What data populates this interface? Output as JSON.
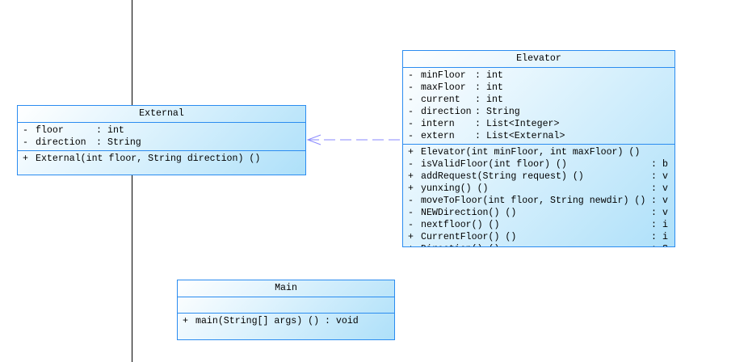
{
  "diagram": {
    "classes": {
      "external": {
        "name": "External",
        "attributes": [
          {
            "vis": "-",
            "name": "floor",
            "type": "int"
          },
          {
            "vis": "-",
            "name": "direction",
            "type": "String"
          }
        ],
        "methods": [
          {
            "vis": "+",
            "sig": "External(int floor, String direction) ()",
            "ret": ""
          }
        ]
      },
      "elevator": {
        "name": "Elevator",
        "attributes": [
          {
            "vis": "-",
            "name": "minFloor",
            "type": "int"
          },
          {
            "vis": "-",
            "name": "maxFloor",
            "type": "int"
          },
          {
            "vis": "-",
            "name": "current",
            "type": "int"
          },
          {
            "vis": "-",
            "name": "direction",
            "type": "String"
          },
          {
            "vis": "-",
            "name": "intern",
            "type": "List<Integer>"
          },
          {
            "vis": "-",
            "name": "extern",
            "type": "List<External>"
          }
        ],
        "methods": [
          {
            "vis": "+",
            "sig": "Elevator(int minFloor, int maxFloor) ()",
            "ret": ""
          },
          {
            "vis": "-",
            "sig": "isValidFloor(int floor) ()",
            "ret": "b"
          },
          {
            "vis": "+",
            "sig": "addRequest(String request) ()",
            "ret": "v"
          },
          {
            "vis": "+",
            "sig": "yunxing() ()",
            "ret": "v"
          },
          {
            "vis": "-",
            "sig": "moveToFloor(int floor, String newdir) ()",
            "ret": "v"
          },
          {
            "vis": "-",
            "sig": "NEWDirection() ()",
            "ret": "v"
          },
          {
            "vis": "-",
            "sig": "nextfloor() ()",
            "ret": "i"
          },
          {
            "vis": "+",
            "sig": "CurrentFloor() ()",
            "ret": "i"
          },
          {
            "vis": "+",
            "sig": "Direction() ()",
            "ret": "S"
          }
        ]
      },
      "main": {
        "name": "Main",
        "attributes": [],
        "methods": [
          {
            "vis": "+",
            "sig": "main(String[] args) () : void",
            "ret": ""
          }
        ]
      }
    },
    "relations": [
      {
        "from": "Elevator",
        "to": "External",
        "type": "dependency",
        "style": "dashed",
        "color": "#8a8aff"
      }
    ],
    "colors": {
      "border": "#2b8cf0",
      "fill_start": "#ffffff",
      "fill_end": "#aee0f9"
    }
  }
}
